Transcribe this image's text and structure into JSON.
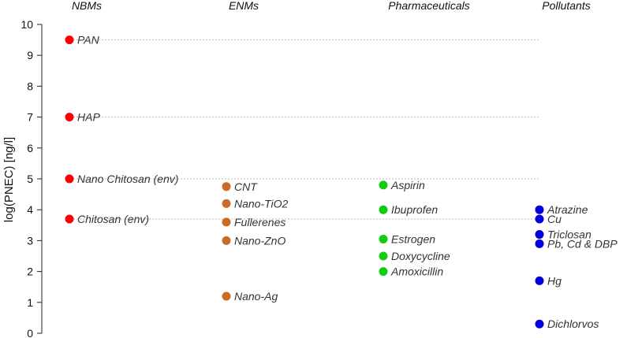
{
  "chart_data": {
    "type": "scatter",
    "ylabel": "log(PNEC) [ng/l]",
    "ylim": [
      0,
      10
    ],
    "yticks": [
      "0",
      "1",
      "2",
      "3",
      "4",
      "5",
      "6",
      "7",
      "8",
      "9",
      "10"
    ],
    "reference_lines_y": [
      9.5,
      7,
      5,
      3.7
    ],
    "groups": [
      {
        "name": "NBMs",
        "color": "#ff0000",
        "points": [
          {
            "label": "PAN",
            "y": 9.5
          },
          {
            "label": "HAP",
            "y": 7.0
          },
          {
            "label": "Nano Chitosan (env)",
            "y": 5.0
          },
          {
            "label": "Chitosan (env)",
            "y": 3.7
          }
        ]
      },
      {
        "name": "ENMs",
        "color": "#cc6a26",
        "points": [
          {
            "label": "CNT",
            "y": 4.75
          },
          {
            "label": "Nano-TiO2",
            "y": 4.2
          },
          {
            "label": "Fullerenes",
            "y": 3.6
          },
          {
            "label": "Nano-ZnO",
            "y": 3.0
          },
          {
            "label": "Nano-Ag",
            "y": 1.2
          }
        ]
      },
      {
        "name": "Pharmaceuticals",
        "color": "#11cc11",
        "points": [
          {
            "label": "Aspirin",
            "y": 4.8
          },
          {
            "label": "Ibuprofen",
            "y": 4.0
          },
          {
            "label": "Estrogen",
            "y": 3.05
          },
          {
            "label": "Doxycycline",
            "y": 2.5
          },
          {
            "label": "Amoxicillin",
            "y": 2.0
          }
        ]
      },
      {
        "name": "Pollutants",
        "color": "#0000dd",
        "points": [
          {
            "label": "Atrazine",
            "y": 4.0
          },
          {
            "label": "Cu",
            "y": 3.7
          },
          {
            "label": "Triclosan",
            "y": 3.2
          },
          {
            "label": "Pb, Cd & DBP",
            "y": 2.9
          },
          {
            "label": "Hg",
            "y": 1.7
          },
          {
            "label": "Dichlorvos",
            "y": 0.3
          }
        ]
      }
    ],
    "grid": false,
    "legend": "none"
  }
}
